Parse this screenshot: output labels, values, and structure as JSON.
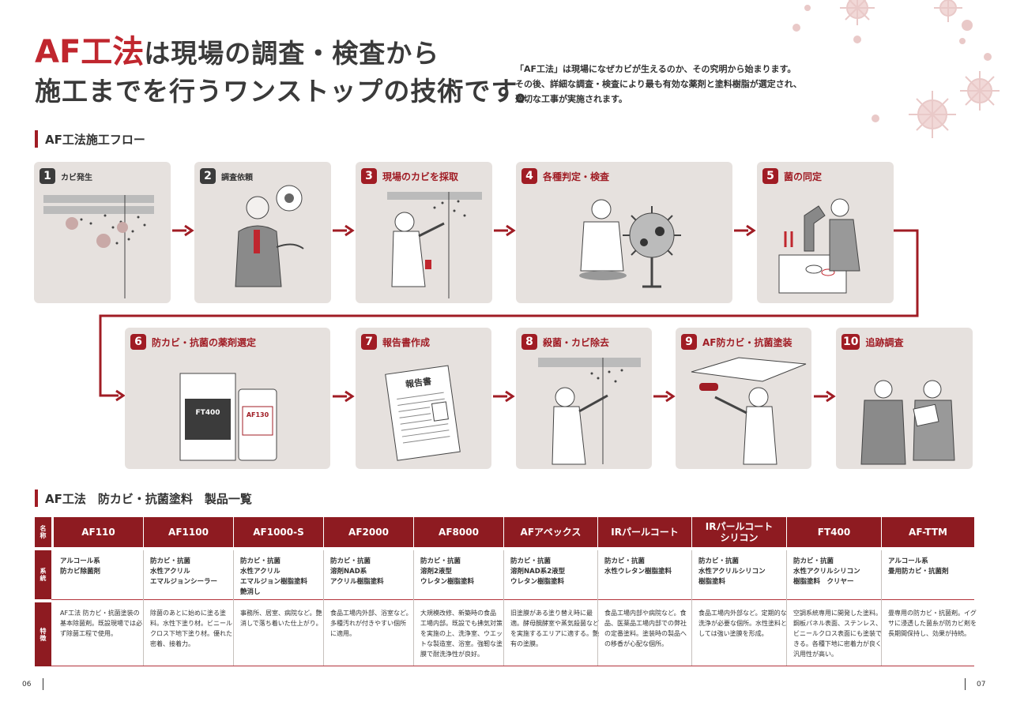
{
  "headline": {
    "accent": "AF工法",
    "line1_rest": "は現場の調査・検査から",
    "line2": "施工までを行うワンストップの技術です。"
  },
  "lead": [
    "「AF工法」は現場になぜカビが生えるのか、その究明から始まります。",
    "その後、詳細な調査・検査により最も有効な薬剤と塗料樹脂が選定され、",
    "適切な工事が実施されます。"
  ],
  "flow": {
    "title": "AF工法施工フロー",
    "steps": [
      {
        "num": "1",
        "label": "カビ発生"
      },
      {
        "num": "2",
        "label": "調査依頼"
      },
      {
        "num": "3",
        "label": "現場のカビを採取"
      },
      {
        "num": "4",
        "label": "各種判定・検査"
      },
      {
        "num": "5",
        "label": "菌の同定"
      },
      {
        "num": "6",
        "label": "防カビ・抗菌の薬剤選定"
      },
      {
        "num": "7",
        "label": "報告書作成"
      },
      {
        "num": "8",
        "label": "殺菌・カビ除去"
      },
      {
        "num": "9",
        "label": "AF防カビ・抗菌塗装"
      },
      {
        "num": "10",
        "label": "追跡調査"
      }
    ],
    "report_text": "報告書",
    "can1_text": "FT400",
    "can2_text": "AF130"
  },
  "products": {
    "title": "AF工法　防カビ・抗菌塗料　製品一覧",
    "row_labels": [
      "名称",
      "系統",
      "特徴"
    ],
    "items": [
      {
        "name": "AF110",
        "type": [
          "アルコール系",
          "防カビ除菌剤"
        ],
        "feature": [
          "AF工法 防カビ・抗菌塗装の",
          "基本除菌剤。既設現場では必",
          "ず除菌工程で使用。"
        ]
      },
      {
        "name": "AF1100",
        "type": [
          "防カビ・抗菌",
          "水性アクリル",
          "エマルジョンシーラー"
        ],
        "feature": [
          "除菌のあとに始めに塗る塗",
          "料。水性下塗り材。ビニール",
          "クロス下地下塗り材。優れた",
          "密着、接着力。"
        ]
      },
      {
        "name": "AF1000-S",
        "type": [
          "防カビ・抗菌",
          "水性アクリル",
          "エマルジョン樹脂塗料",
          "艶消し"
        ],
        "feature": [
          "事務所、居室、病院など。艶",
          "消しで落ち着いた仕上がり。"
        ]
      },
      {
        "name": "AF2000",
        "type": [
          "防カビ・抗菌",
          "溶剤NAD系",
          "アクリル樹脂塗料"
        ],
        "feature": [
          "食品工場内外部、浴室など。",
          "多種汚れが付きやすい個所",
          "に適用。"
        ]
      },
      {
        "name": "AF8000",
        "type": [
          "防カビ・抗菌",
          "溶剤2液型",
          "ウレタン樹脂塗料"
        ],
        "feature": [
          "大規模改修、新築時の食品",
          "工場内部。既設でも拂気対策",
          "を実施の上、洗浄室、ウエッ",
          "トな製造室、浴室。強靭な塗",
          "膜で耐洗浄性が良好。"
        ]
      },
      {
        "name": "AFアペックス",
        "type": [
          "防カビ・抗菌",
          "溶剤NAD系2液型",
          "ウレタン樹脂塗料"
        ],
        "feature": [
          "旧塗膜がある塗り替え時に最",
          "適。酵母醗酵室や蒸気殺菌など",
          "を実施するエリアに適する。艶",
          "有の塗膜。"
        ]
      },
      {
        "name": "IRパールコート",
        "type": [
          "防カビ・抗菌",
          "水性ウレタン樹脂塗料"
        ],
        "feature": [
          "食品工場内部や病院など。食",
          "品、医薬品工場内部での弊社",
          "の定番塗料。塗装時の製品へ",
          "の移香が心配な個所。"
        ]
      },
      {
        "name": "IRパールコート シリコン",
        "type": [
          "防カビ・抗菌",
          "水性アクリルシリコン",
          "樹脂塗料"
        ],
        "feature": [
          "食品工場内外部など。定期的な",
          "洗浄が必要な個所。水性塗料と",
          "しては強い塗膜を形成。"
        ]
      },
      {
        "name": "FT400",
        "type": [
          "防カビ・抗菌",
          "水性アクリルシリコン",
          "樹脂塗料　クリヤー"
        ],
        "feature": [
          "空調系統専用に開発した塗料。",
          "鋼板パネル表面、ステンレス、",
          "ビニールクロス表面にも塗装で",
          "きる。各種下地に密着力が良く",
          "汎用性が高い。"
        ]
      },
      {
        "name": "AF-TTM",
        "type": [
          "アルコール系",
          "畳用防カビ・抗菌剤"
        ],
        "feature": [
          "畳専用の防カビ・抗菌剤。イグ",
          "サに浸透した菌糸が防カビ剤を",
          "長期間保持し、効果が持続。"
        ]
      }
    ]
  },
  "pages": {
    "left": "06",
    "right": "07"
  },
  "colors": {
    "brand_red": "#a01c24",
    "table_red": "#8e1b21",
    "card_bg": "#e6e1de",
    "accent_red": "#c0262e"
  }
}
